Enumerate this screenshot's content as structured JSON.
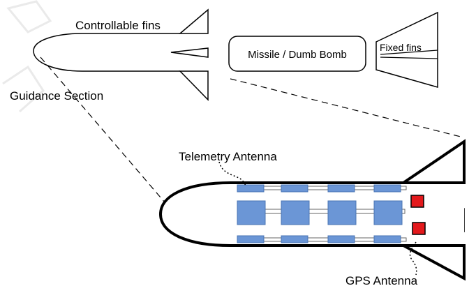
{
  "labels": {
    "controllable_fins": "Controllable fins",
    "missile_body": "Missile / Dumb Bomb",
    "fixed_fins": "Fixed fins",
    "guidance_section": "Guidance Section",
    "telemetry_antenna": "Telemetry Antenna",
    "gps_antenna": "GPS Antenna"
  },
  "colors": {
    "component_fill": "#6b96d6",
    "component_stroke": "#4a74b3",
    "gps_fill": "#e3191c",
    "line": "#000000",
    "watermark": "#d9d9d9"
  }
}
